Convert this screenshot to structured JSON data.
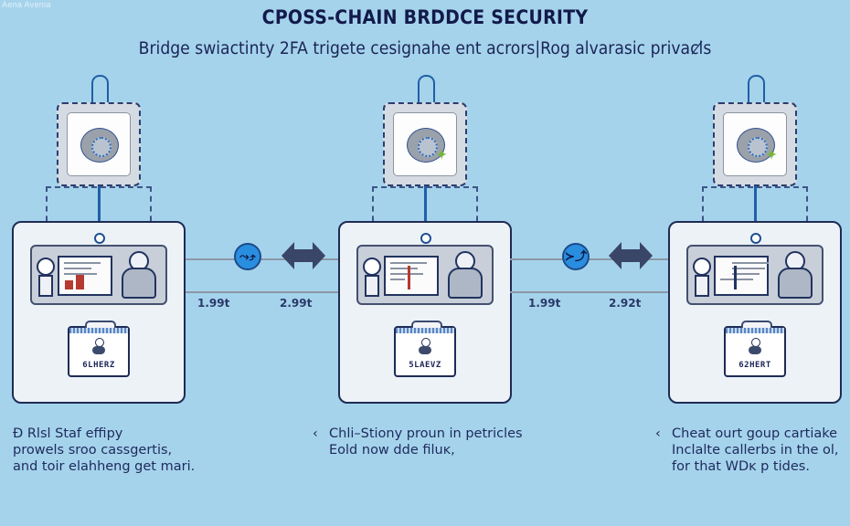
{
  "corner_tag": "Aena Avenia",
  "title": "CPOSS-CHAIN BRDDCE SECURITY",
  "subtitle": "Bridge swiactinty 2FA trigete cesignahe ent acrors|Rog alvarasic privacl̸s",
  "colors": {
    "background": "#a5d3ec",
    "ink": "#1b2556",
    "accent_blue": "#2a8ee0",
    "arrow_navy": "#3a4668",
    "panel": "#edf2f7"
  },
  "nodes": [
    {
      "badge_label": "6LHERZ",
      "lock_icon": "lock-dial-icon"
    },
    {
      "badge_label": "5LAEVZ",
      "lock_icon": "lock-dial-icon"
    },
    {
      "badge_label": "62HERT",
      "lock_icon": "lock-dial-icon"
    }
  ],
  "connectors": [
    {
      "swap_icon": "swap-arrows-icon",
      "swap_glyph": "⤳⤴",
      "fee_left": "1.99t",
      "fee_right": "2.99t"
    },
    {
      "swap_icon": "swap-arrows-icon",
      "swap_glyph": "≻⤴",
      "fee_left": "1.99t",
      "fee_right": "2.92t"
    }
  ],
  "descriptions": [
    {
      "marker": "",
      "lines": [
        "Ð Rlsl Staf effipy",
        "prowels sroo cassgertis,",
        "and toir elahheng get mari."
      ]
    },
    {
      "marker": "‹",
      "lines": [
        "Chli–Stiony proun in petricles",
        "Eold now dde filuĸ,"
      ]
    },
    {
      "marker": "‹",
      "lines": [
        "Cheat ourt goup cartiake",
        "Inclalte callerbs in the ol,",
        "for that WDĸ p tides."
      ]
    }
  ]
}
